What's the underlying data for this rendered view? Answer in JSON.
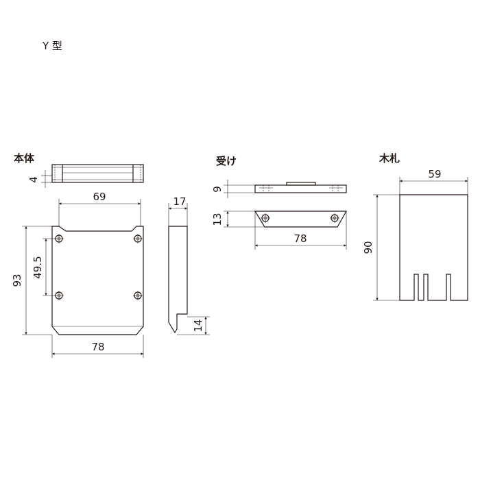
{
  "model_title": "Y 型",
  "sections": {
    "body": {
      "title": "本体"
    },
    "receiver": {
      "title": "受け"
    },
    "wood_tag": {
      "title": "木札"
    }
  },
  "dimensions": {
    "body_thickness": "4",
    "body_top_width": "69",
    "body_height": "93",
    "body_hole_pitch": "49.5",
    "body_bottom_width": "78",
    "side_width": "17",
    "side_tip": "14",
    "receiver_thickness": "9",
    "receiver_depth": "13",
    "receiver_width": "78",
    "tag_width": "59",
    "tag_height": "90"
  }
}
